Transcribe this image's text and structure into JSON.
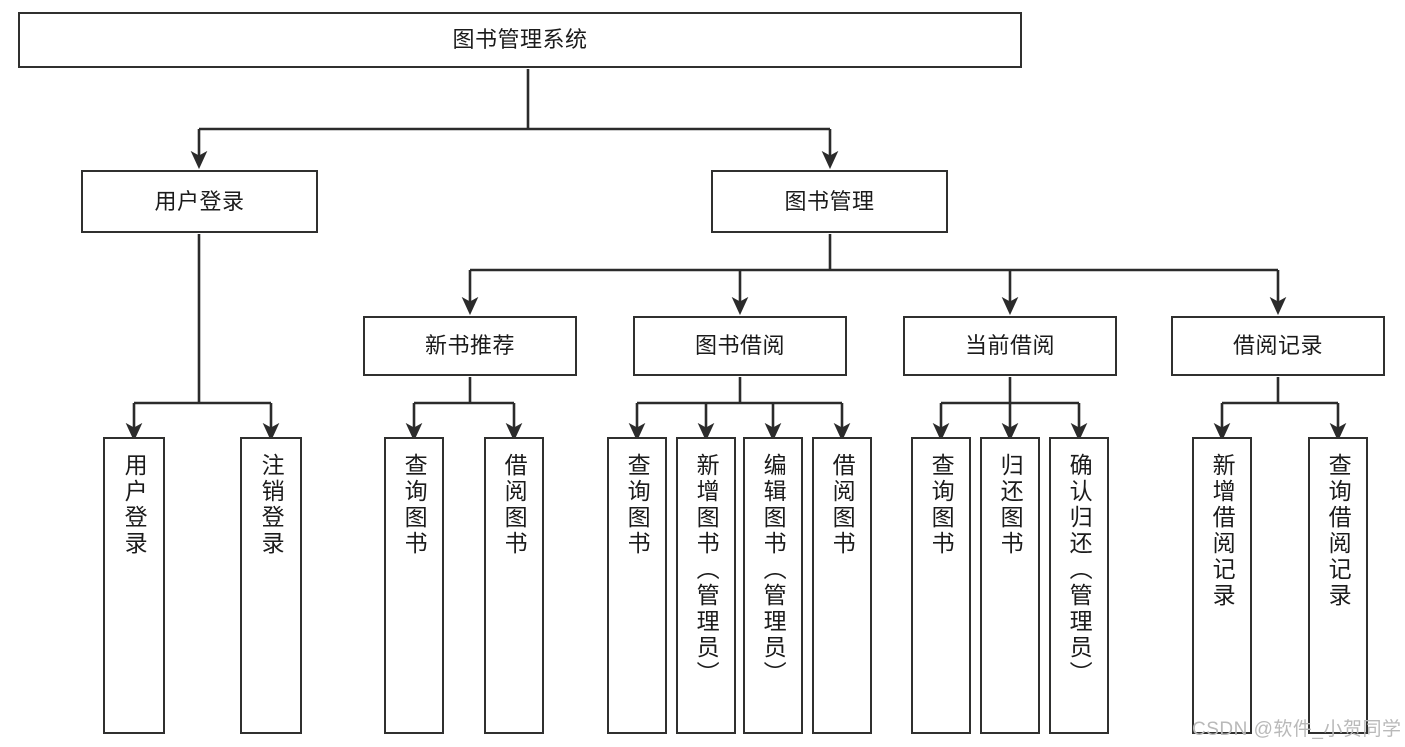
{
  "diagram": {
    "title": "图书管理系统",
    "type": "tree-structure-chart",
    "colors": {
      "box_border": "#30302f",
      "box_fill": "#ffffff",
      "connector": "#2b2b2b",
      "text": "#1b1b1b",
      "watermark": "#b9b9b9",
      "background": "#ffffff"
    },
    "nodes": {
      "root": {
        "label": "图书管理系统"
      },
      "level2": [
        {
          "label": "用户登录"
        },
        {
          "label": "图书管理"
        }
      ],
      "level3": [
        {
          "label": "新书推荐"
        },
        {
          "label": "图书借阅"
        },
        {
          "label": "当前借阅"
        },
        {
          "label": "借阅记录"
        }
      ],
      "leaves_user_login": [
        {
          "label": "用户登录"
        },
        {
          "label": "注销登录"
        }
      ],
      "leaves_new_book": [
        {
          "label": "查询图书"
        },
        {
          "label": "借阅图书"
        }
      ],
      "leaves_borrow": [
        {
          "label": "查询图书"
        },
        {
          "label": "新增图书（管理员）"
        },
        {
          "label": "编辑图书（管理员）"
        },
        {
          "label": "借阅图书"
        }
      ],
      "leaves_current": [
        {
          "label": "查询图书"
        },
        {
          "label": "归还图书"
        },
        {
          "label": "确认归还（管理员）"
        }
      ],
      "leaves_record": [
        {
          "label": "新增借阅记录"
        },
        {
          "label": "查询借阅记录"
        }
      ]
    },
    "watermark": "CSDN @软件_小贺同学"
  }
}
